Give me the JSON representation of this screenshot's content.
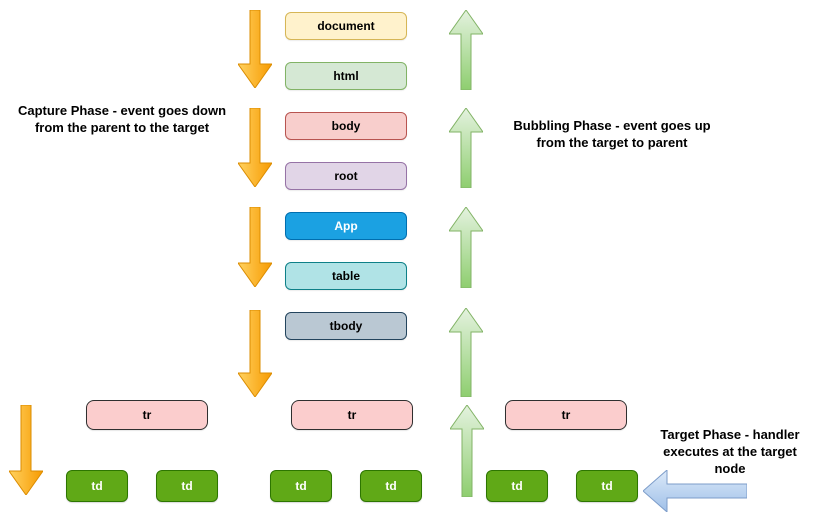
{
  "diagram_type": "dom-event-propagation",
  "annotations": {
    "capture_phase": {
      "line1": "Capture Phase - event goes down",
      "line2": "from the parent to the target"
    },
    "bubbling_phase": {
      "line1": "Bubbling Phase - event goes up",
      "line2": "from the target to parent"
    },
    "target_phase": {
      "line1": "Target Phase - handler",
      "line2": "executes at the target",
      "line3": "node"
    }
  },
  "nodes": [
    {
      "label": "document",
      "fill": "#FFF2CC",
      "border": "#D6B656",
      "text": "#000000"
    },
    {
      "label": "html",
      "fill": "#D5E8D4",
      "border": "#82B366",
      "text": "#000000"
    },
    {
      "label": "body",
      "fill": "#F8CECC",
      "border": "#B85450",
      "text": "#000000"
    },
    {
      "label": "root",
      "fill": "#E1D5E7",
      "border": "#9673A6",
      "text": "#000000"
    },
    {
      "label": "App",
      "fill": "#1BA1E2",
      "border": "#006EAF",
      "text": "#FFFFFF"
    },
    {
      "label": "table",
      "fill": "#B0E3E6",
      "border": "#0E8088",
      "text": "#000000"
    },
    {
      "label": "tbody",
      "fill": "#BAC8D3",
      "border": "#23445D",
      "text": "#000000"
    }
  ],
  "rows": {
    "label": "tr",
    "fill": "#FBCDCD",
    "border": "#2F2F2F",
    "text": "#000000",
    "count": 3
  },
  "cells": {
    "label": "td",
    "fill": "#60A917",
    "border": "#2D7600",
    "text": "#FFFFFF",
    "count": 6
  },
  "arrows": {
    "capture": {
      "direction": "down",
      "count": 5,
      "color_start": "#FFD261",
      "color_end": "#F79A00",
      "border": "#DB8C00"
    },
    "bubbling": {
      "direction": "up",
      "count": 5,
      "color_start": "#E4F2DF",
      "color_end": "#8ECE6F",
      "border": "#82B366"
    },
    "target": {
      "direction": "left",
      "count": 1,
      "color_start": "#DCE9F9",
      "color_end": "#9FC0E8",
      "border": "#7C9CC9"
    }
  }
}
